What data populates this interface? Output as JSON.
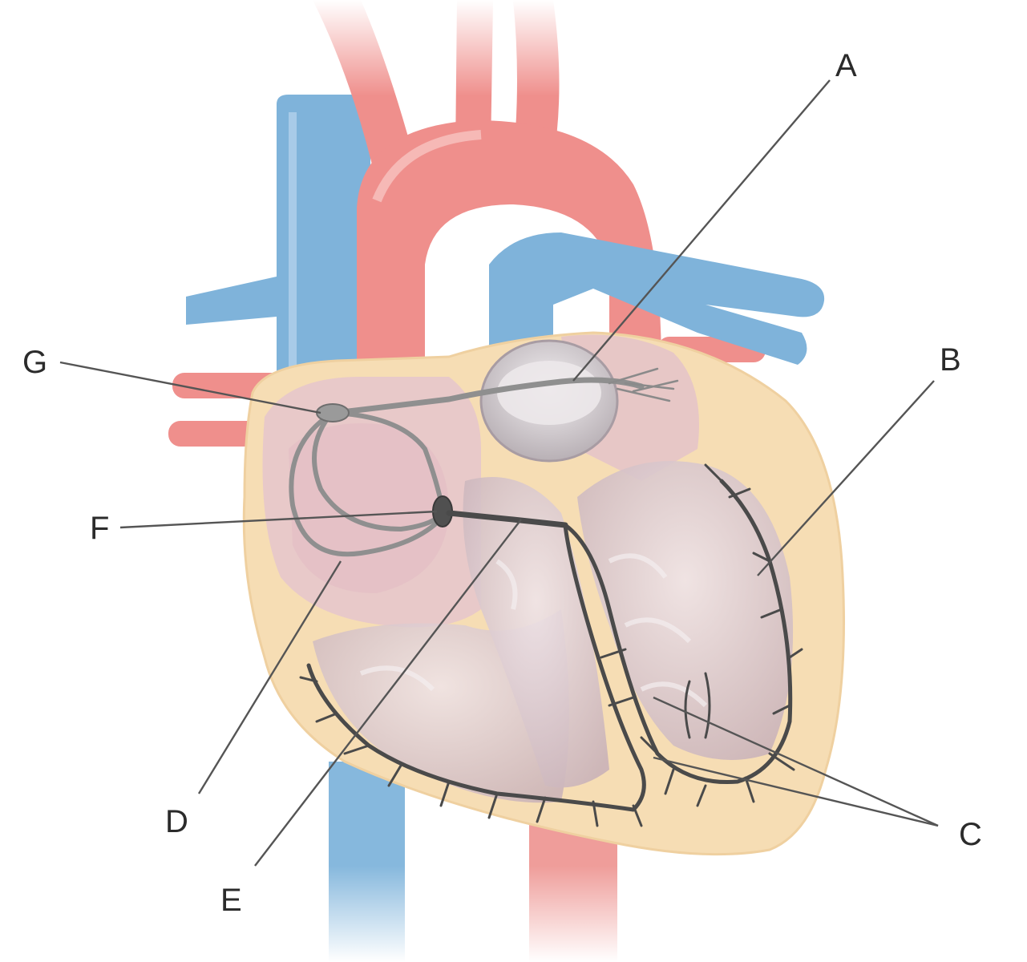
{
  "labels": {
    "A": "A",
    "B": "B",
    "C": "C",
    "D": "D",
    "E": "E",
    "F": "F",
    "G": "G"
  },
  "colors": {
    "artery": "#ef8f8c",
    "vein": "#7fb3da",
    "chamber": "#e8c8cc",
    "myocardium_fat": "#f6d9a8",
    "conduction": "#4a4a4a",
    "label_text": "#2b2b2b"
  }
}
